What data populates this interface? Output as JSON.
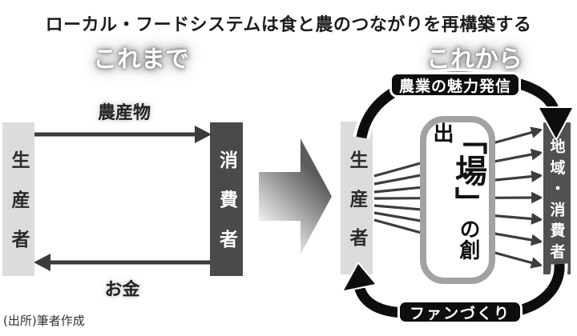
{
  "title": "ローカル・フードシステムは食と農のつながりを再構築する",
  "source": "(出所)筆者作成",
  "before": {
    "heading": "これまで",
    "producer": "生産者",
    "consumer": "消費者",
    "goods_label": "農産物",
    "money_label": "お金"
  },
  "after": {
    "heading": "これから",
    "top_banner": "農業の魅力発信",
    "bottom_banner": "ファンづくり",
    "producer": "生産者",
    "consumer": "地域・消費者",
    "place_main": "「場」",
    "place_sub": "の創出"
  },
  "colors": {
    "producer_box": "#dcdcdc",
    "consumer_box": "#4a4a4a",
    "region_consumer_box": "#525050",
    "banner_bg": "#0d0d0d",
    "place_border": "#a2a2a2",
    "flow_arrow": "#3b3b3b",
    "fan_arrow": "#3d3d3d",
    "cycle_arrow": "#0d0d0d"
  }
}
